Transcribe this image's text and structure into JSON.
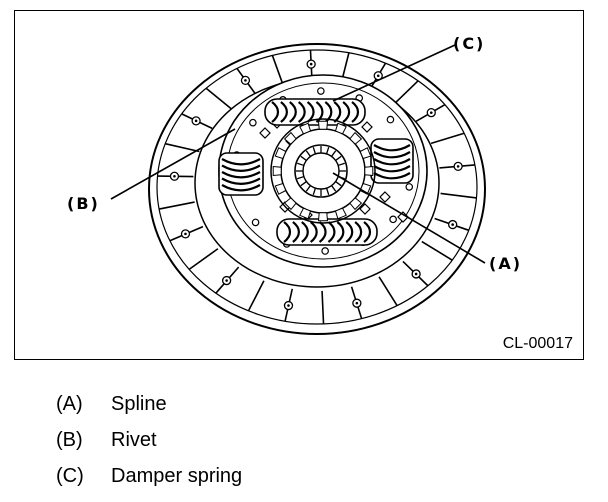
{
  "callouts": {
    "a": "(A)",
    "b": "(B)",
    "c": "(C)"
  },
  "figure_code": "CL-00017",
  "legend": [
    {
      "key": "(A)",
      "label": "Spline"
    },
    {
      "key": "(B)",
      "label": "Rivet"
    },
    {
      "key": "(C)",
      "label": "Damper spring"
    }
  ],
  "colors": {
    "ink": "#000000",
    "paper": "#ffffff"
  }
}
